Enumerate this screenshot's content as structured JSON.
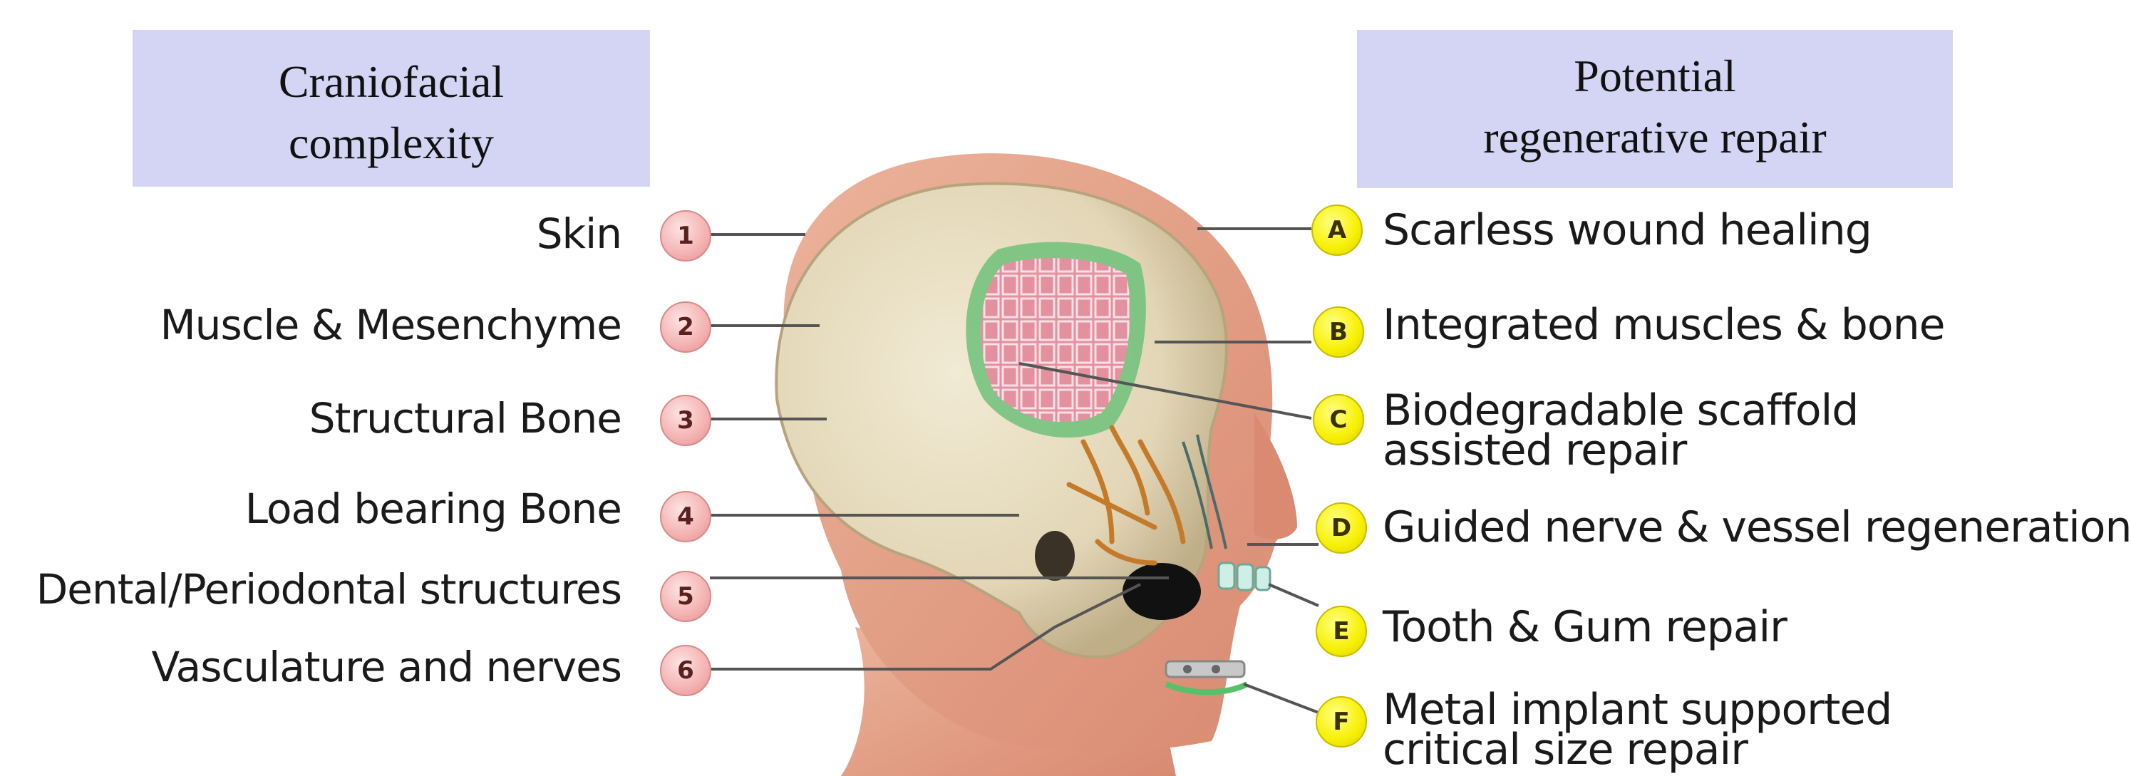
{
  "headers": {
    "left": [
      "Craniofacial",
      "complexity"
    ],
    "right": [
      "Potential",
      "regenerative repair"
    ]
  },
  "left_items": [
    {
      "num": "1",
      "label": "Skin"
    },
    {
      "num": "2",
      "label": "Muscle & Mesenchyme"
    },
    {
      "num": "3",
      "label": "Structural Bone"
    },
    {
      "num": "4",
      "label": "Load bearing Bone"
    },
    {
      "num": "5",
      "label": "Dental/Periodontal structures"
    },
    {
      "num": "6",
      "label": "Vasculature and nerves"
    }
  ],
  "right_items": [
    {
      "letter": "A",
      "lines": [
        "Scarless wound healing"
      ]
    },
    {
      "letter": "B",
      "lines": [
        "Integrated muscles & bone"
      ]
    },
    {
      "letter": "C",
      "lines": [
        "Biodegradable scaffold",
        "assisted repair"
      ]
    },
    {
      "letter": "D",
      "lines": [
        "Guided nerve & vessel regeneration"
      ]
    },
    {
      "letter": "E",
      "lines": [
        "Tooth & Gum repair"
      ]
    },
    {
      "letter": "F",
      "lines": [
        "Metal implant supported",
        "critical size repair"
      ]
    }
  ],
  "colors": {
    "header_bg": "#d4d4f4",
    "number_badge": "#f4b2b2",
    "letter_badge": "#f7f000",
    "skin": "#e3a38a",
    "skull": "#e6dcc0"
  }
}
